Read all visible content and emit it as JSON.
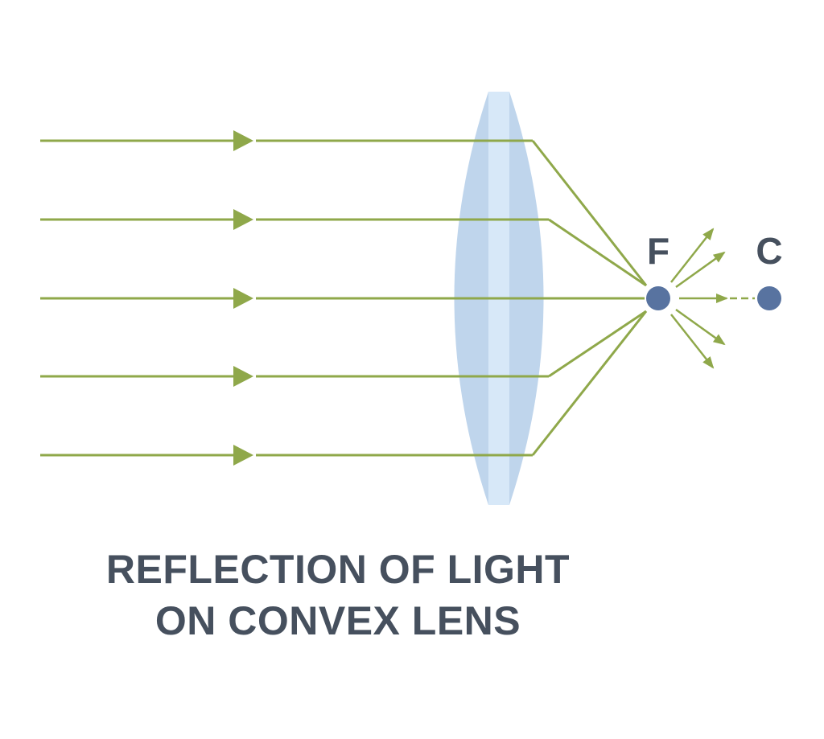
{
  "title": {
    "line1": "REFLECTION OF LIGHT",
    "line2": "ON CONVEX LENS"
  },
  "labels": {
    "focus": "F",
    "center": "C"
  },
  "colors": {
    "ray": "#8fa84a",
    "lens_body": "#bfd5ec",
    "lens_core": "#d7e8f8",
    "point": "#5873a0",
    "text": "#46505e"
  },
  "rays": [
    {
      "incoming": "parallel",
      "path": "converges-through-F"
    },
    {
      "incoming": "parallel",
      "path": "converges-through-F"
    },
    {
      "incoming": "parallel",
      "path": "passes-straight-through-F-toward-C"
    },
    {
      "incoming": "parallel",
      "path": "converges-through-F"
    },
    {
      "incoming": "parallel",
      "path": "converges-through-F"
    }
  ]
}
